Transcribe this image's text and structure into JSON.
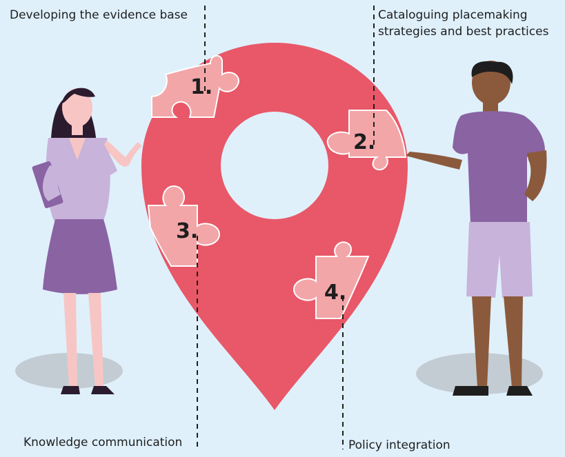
{
  "labels": {
    "evidence": "Developing the evidence base",
    "catalogue_line1": "Cataloguing placemaking",
    "catalogue_line2": "strategies and best practices",
    "knowledge": "Knowledge communication",
    "policy": "Policy integration"
  },
  "pieces": {
    "p1": "1.",
    "p2": "2.",
    "p3": "3.",
    "p4": "4."
  },
  "colors": {
    "background": "#dff0fb",
    "pin": "#e85868",
    "puzzle_piece": "#f2a6a8",
    "person_top": "#8a63a3",
    "person_light": "#c8b3da",
    "skin_dark": "#8b5a3c",
    "skin_light": "#f7c6c4",
    "shadow": "#c3ccd3"
  }
}
